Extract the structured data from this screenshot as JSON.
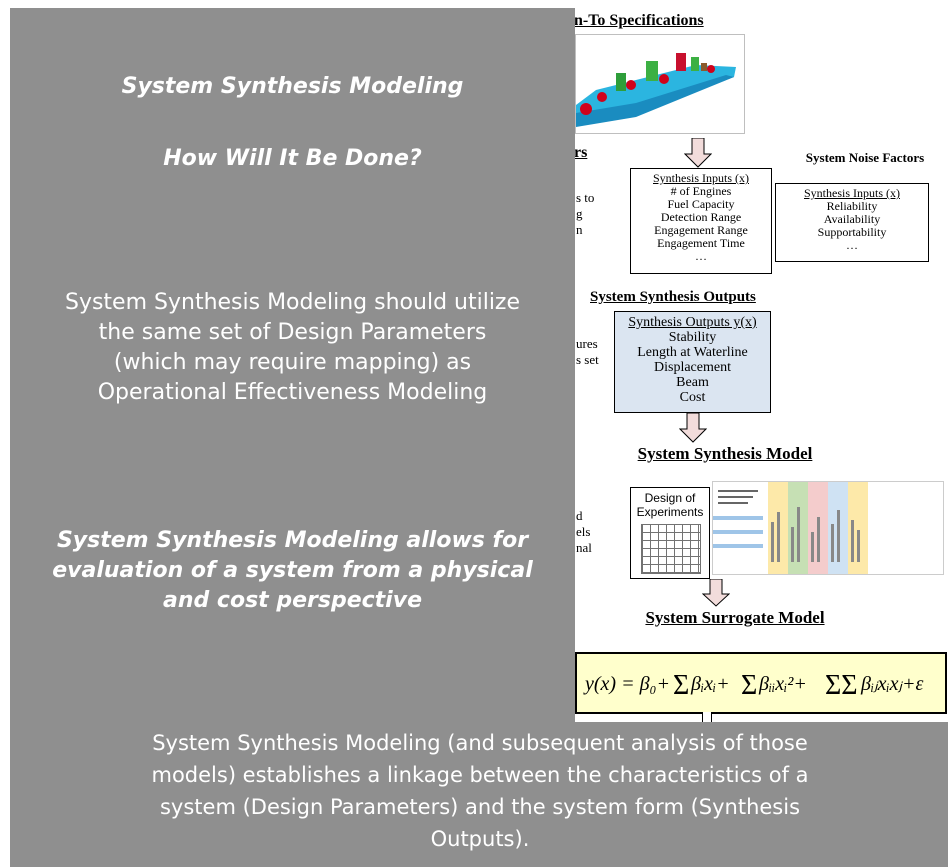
{
  "colors": {
    "panel": "#8f8f8f",
    "outputs_box": "#dbe5f1",
    "equation_box": "#ffffcc",
    "arrow_fill": "#f2dcdb"
  },
  "left_panel": {
    "title": "System Synthesis Modeling",
    "question": "How Will It Be Done?",
    "body": "System Synthesis Modeling should utilize the same set of Design Parameters (which may require mapping) as Operational Effectiveness Modeling",
    "emphasis": "System Synthesis Modeling allows for evaluation of a system from a physical and cost perspective"
  },
  "bottom_panel": {
    "text": "System Synthesis Modeling (and subsequent analysis of those models) establishes a linkage between the characteristics of a system (Design Parameters) and the system form (Synthesis Outputs)."
  },
  "diagram": {
    "top_title_fragment": "n-To Specifications",
    "left_heading_fragment": "rs",
    "left_fragments_1": [
      "s to",
      "g",
      "n"
    ],
    "left_fragments_2": [
      "ures",
      "s set"
    ],
    "left_fragments_3": [
      "d",
      "els",
      "nal"
    ],
    "inputs_box": {
      "title": "Synthesis Inputs (x)",
      "items": [
        "# of Engines",
        "Fuel Capacity",
        "Detection Range",
        "Engagement Range",
        "Engagement Time",
        "…"
      ]
    },
    "noise": {
      "heading": "System Noise Factors",
      "title": "Synthesis Inputs (x)",
      "items": [
        "Reliability",
        "Availability",
        "Supportability",
        "…"
      ]
    },
    "outputs_heading": "System Synthesis Outputs",
    "outputs_box": {
      "title": "Synthesis Outputs y(x)",
      "items": [
        "Stability",
        "Length at Waterline",
        "Displacement",
        "Beam",
        "Cost"
      ]
    },
    "model_heading": "System Synthesis Model",
    "doe_label": "Design of Experiments",
    "surrogate_heading": "System Surrogate Model"
  }
}
